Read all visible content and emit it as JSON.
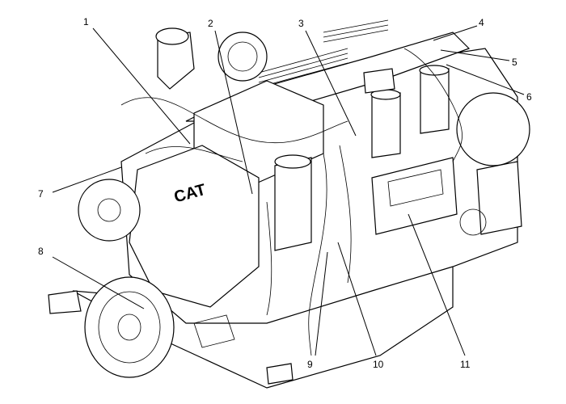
{
  "diagram": {
    "logo_text": "CAT",
    "callouts": [
      {
        "number": "1"
      },
      {
        "number": "2"
      },
      {
        "number": "3"
      },
      {
        "number": "4"
      },
      {
        "number": "5"
      },
      {
        "number": "6"
      },
      {
        "number": "7"
      },
      {
        "number": "8"
      },
      {
        "number": "9"
      },
      {
        "number": "10"
      },
      {
        "number": "11"
      }
    ]
  }
}
